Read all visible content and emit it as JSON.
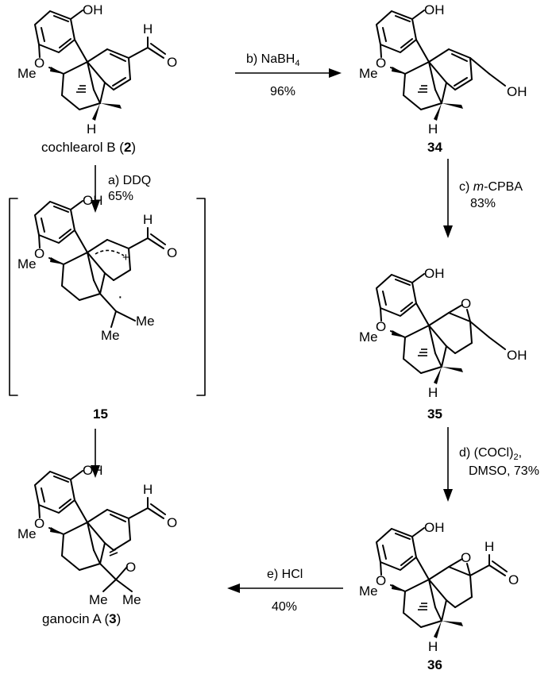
{
  "compounds": {
    "c2": {
      "name": "cochlearol B (",
      "num": "2",
      "close": ")"
    },
    "c34": {
      "num": "34"
    },
    "c15": {
      "num": "15"
    },
    "c35": {
      "num": "35"
    },
    "c3": {
      "name": "ganocin A (",
      "num": "3",
      "close": ")"
    },
    "c36": {
      "num": "36"
    }
  },
  "atoms": {
    "OH": "OH",
    "O": "O",
    "Me": "Me",
    "H": "H",
    "plus": "+",
    "dot": "·"
  },
  "reactions": {
    "a": {
      "line1": "a) DDQ",
      "line2": "65%"
    },
    "b": {
      "line1": "b) NaBH",
      "sub": "4",
      "line2": "96%"
    },
    "c": {
      "prefix": "c) ",
      "italic": "m",
      "rest": "-CPBA",
      "line2": "83%"
    },
    "d": {
      "line1": "d) (COCl)",
      "sub": "2",
      "comma": ",",
      "line2": "DMSO, 73%"
    },
    "e": {
      "line1": "e) HCl",
      "line2": "40%"
    }
  }
}
